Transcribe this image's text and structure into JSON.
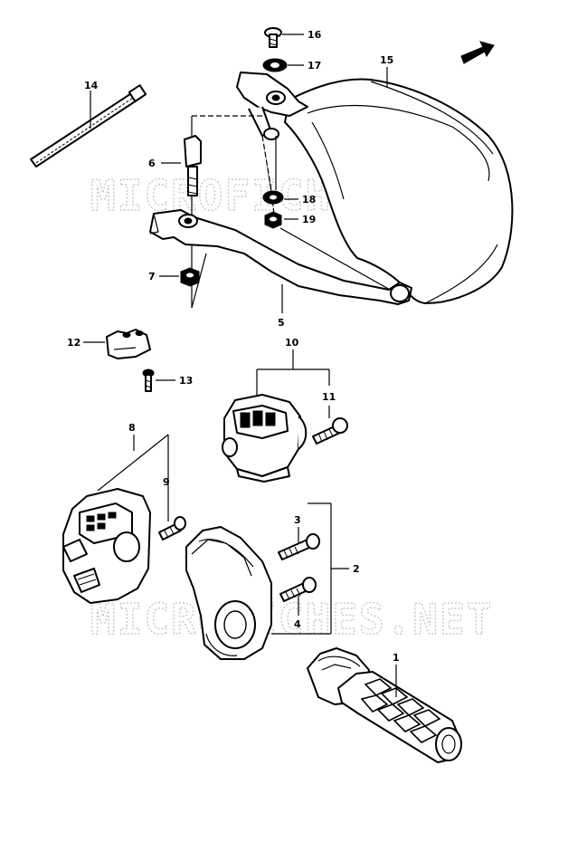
{
  "watermark": "MICROFICHES.NET",
  "callouts": {
    "c1": "1",
    "c2": "2",
    "c3": "3",
    "c4": "4",
    "c5": "5",
    "c6": "6",
    "c7": "7",
    "c8": "8",
    "c9": "9",
    "c10": "10",
    "c11": "11",
    "c12": "12",
    "c13": "13",
    "c14": "14",
    "c15": "15",
    "c16": "16",
    "c17": "17",
    "c18": "18",
    "c19": "19"
  },
  "parts": [
    {
      "ref": "1",
      "name": "throttle-grip"
    },
    {
      "ref": "2",
      "name": "throttle-housing-assembly"
    },
    {
      "ref": "3",
      "name": "housing-screw-long"
    },
    {
      "ref": "4",
      "name": "housing-screw-short"
    },
    {
      "ref": "5",
      "name": "clutch-lever"
    },
    {
      "ref": "6",
      "name": "lever-pivot-bolt"
    },
    {
      "ref": "7",
      "name": "lever-nut"
    },
    {
      "ref": "8",
      "name": "left-handlebar-switch"
    },
    {
      "ref": "9",
      "name": "switch-screw"
    },
    {
      "ref": "10",
      "name": "right-handlebar-switch"
    },
    {
      "ref": "11",
      "name": "switch-screw-right"
    },
    {
      "ref": "12",
      "name": "clutch-switch"
    },
    {
      "ref": "13",
      "name": "clutch-switch-screw"
    },
    {
      "ref": "14",
      "name": "cable-tie"
    },
    {
      "ref": "15",
      "name": "hand-guard"
    },
    {
      "ref": "16",
      "name": "guard-screw"
    },
    {
      "ref": "17",
      "name": "guard-washer"
    },
    {
      "ref": "18",
      "name": "guard-washer-lower"
    },
    {
      "ref": "19",
      "name": "guard-nut"
    }
  ]
}
